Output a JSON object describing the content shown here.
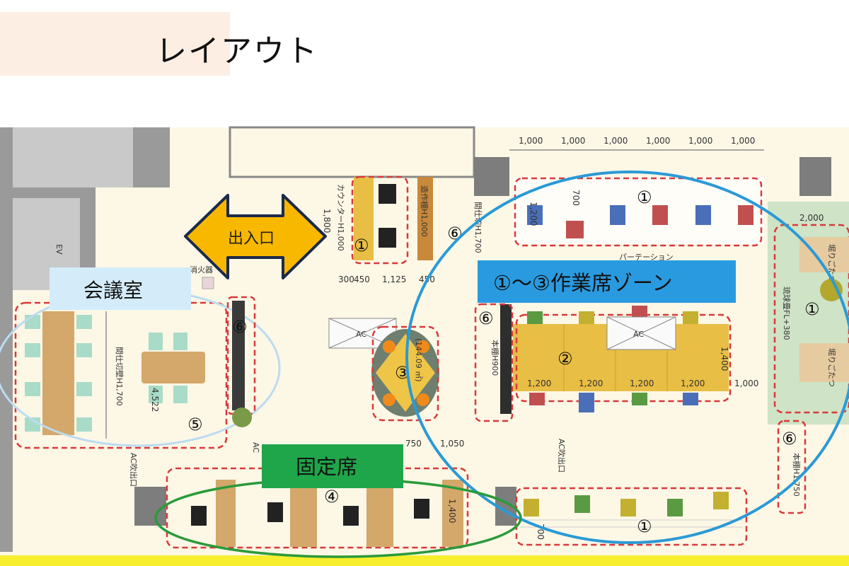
{
  "title": "レイアウト",
  "colors": {
    "floor": "#fdf7e6",
    "zone_blue": "#2a9ad6",
    "meeting_blue": "#bcdcf0",
    "fixed_green": "#1fa64a",
    "arrow": "#f9b800",
    "bottom_strip": "#f7ee2e",
    "dashed": "#d83a3a"
  },
  "labels": {
    "entrance": "出入口",
    "meeting_room": "会議室",
    "work_zone": "①～③作業席ゾーン",
    "fixed_seats": "固定席",
    "ev": "EV",
    "fire_ext": "消火器",
    "ac": "AC",
    "ac_outlet": "AC吹出口",
    "partition": "パーテーション",
    "area": "(144.09 ㎡)",
    "counter": "カウンターH1,000",
    "shelf": "造作棚H1,000",
    "partition_h": "間仕切H1,700",
    "bookshelf": "本棚H900",
    "bookshelf_tall": "本棚H1,750",
    "partition_wall": "間仕切壁H1,700",
    "kotatsu": "堀りごたつ",
    "tatami": "琉球畳FL+380"
  },
  "circled": {
    "n1": "①",
    "n2": "②",
    "n3": "③",
    "n4": "④",
    "n5": "⑤",
    "n6": "⑥"
  },
  "dims": {
    "top": [
      "1,000",
      "1,000",
      "1,000",
      "1,000",
      "1,000",
      "1,000"
    ],
    "desk": [
      "1,200",
      "1,200",
      "1,200",
      "1,200"
    ],
    "counter_row": [
      "300",
      "450",
      "1,125",
      "450"
    ],
    "d1800": "1,800",
    "d700": "700",
    "d1200": "1,200",
    "d2000": "2,000",
    "d1400": "1,400",
    "d1000": "1,000",
    "d750": "750",
    "d1050": "1,050",
    "d4522": "4,522"
  }
}
